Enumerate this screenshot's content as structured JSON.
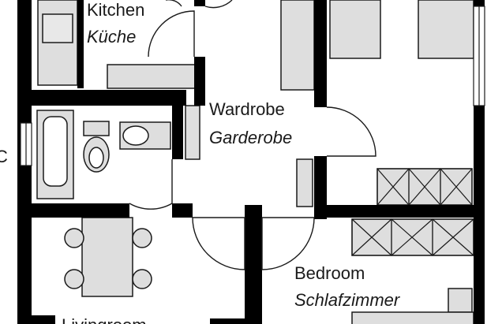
{
  "rooms": {
    "kitchen": {
      "en": "Kitchen",
      "de": "Küche"
    },
    "wardrobe": {
      "en": "Wardrobe",
      "de": "Garderobe"
    },
    "bedroom": {
      "en": "Bedroom",
      "de": "Schlafzimmer"
    },
    "livingroom": {
      "en": "Livingroom"
    }
  },
  "edge_text": {
    "left": "C"
  },
  "colors": {
    "wall": "#000000",
    "furniture": "#dedede",
    "outline": "#1a1a1a",
    "background": "#ffffff"
  }
}
